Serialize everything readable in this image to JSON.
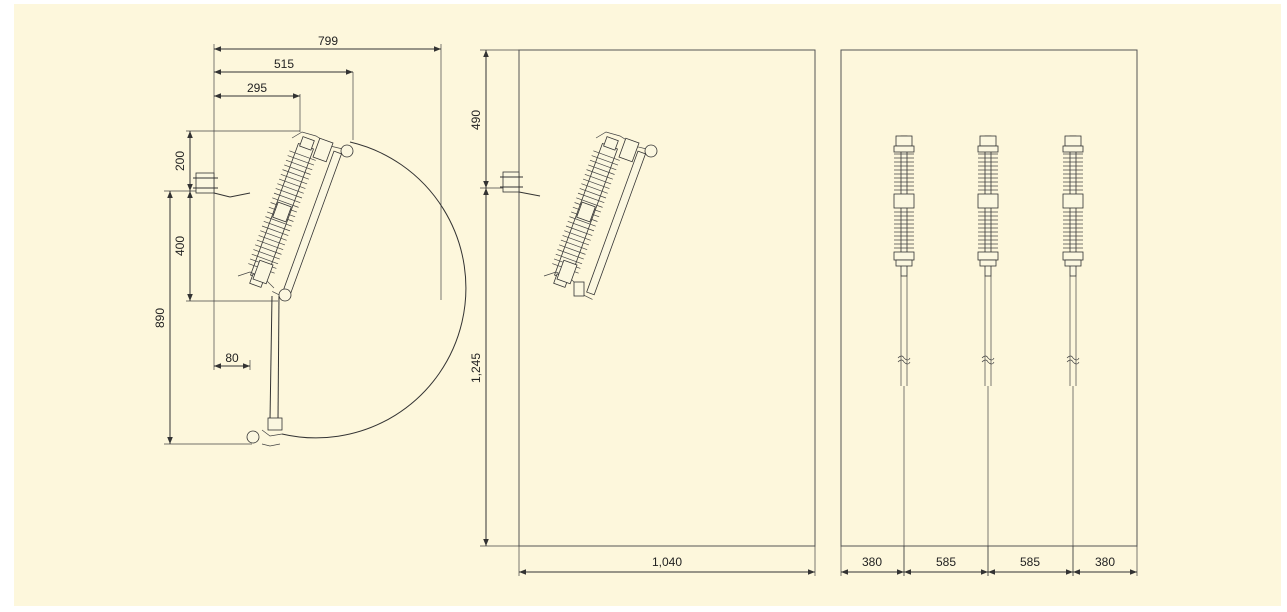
{
  "colors": {
    "background": "#fdf7dc",
    "line": "#333333",
    "page": "#ffffff"
  },
  "side_view": {
    "dims": {
      "horizontal": [
        "799",
        "515",
        "295",
        "80"
      ],
      "vertical": [
        "200",
        "400",
        "890"
      ]
    }
  },
  "panel_middle": {
    "dims": {
      "top": "490",
      "left": "1,245",
      "bottom": "1,040"
    }
  },
  "panel_right": {
    "dims": {
      "bottom": [
        "380",
        "585",
        "585",
        "380"
      ]
    }
  }
}
